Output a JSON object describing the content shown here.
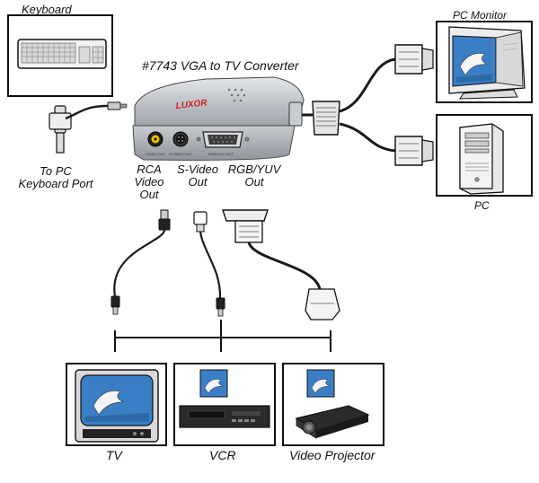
{
  "title": "#7743 VGA to TV Converter",
  "device": {
    "brand": "LUXOR",
    "port_markings": [
      "VIDEO OUT",
      "S-VIDEO OUT",
      "RGB/YUV OUT"
    ]
  },
  "labels": {
    "keyboard": "Keyboard",
    "keyboard_port": [
      "To PC",
      "Keyboard Port"
    ],
    "pc_monitor": "PC Monitor",
    "pc": "PC",
    "rca_out": [
      "RCA",
      "Video",
      "Out"
    ],
    "svideo_out": [
      "S-Video",
      "Out"
    ],
    "rgb_out": [
      "RGB/YUV",
      "Out"
    ],
    "tv": "TV",
    "vcr": "VCR",
    "projector": "Video Projector"
  },
  "colors": {
    "line": "#111111",
    "device_body": "#b8bcc2",
    "screen_blue": "#3a7fc6",
    "cable": "#1a1a1a"
  }
}
